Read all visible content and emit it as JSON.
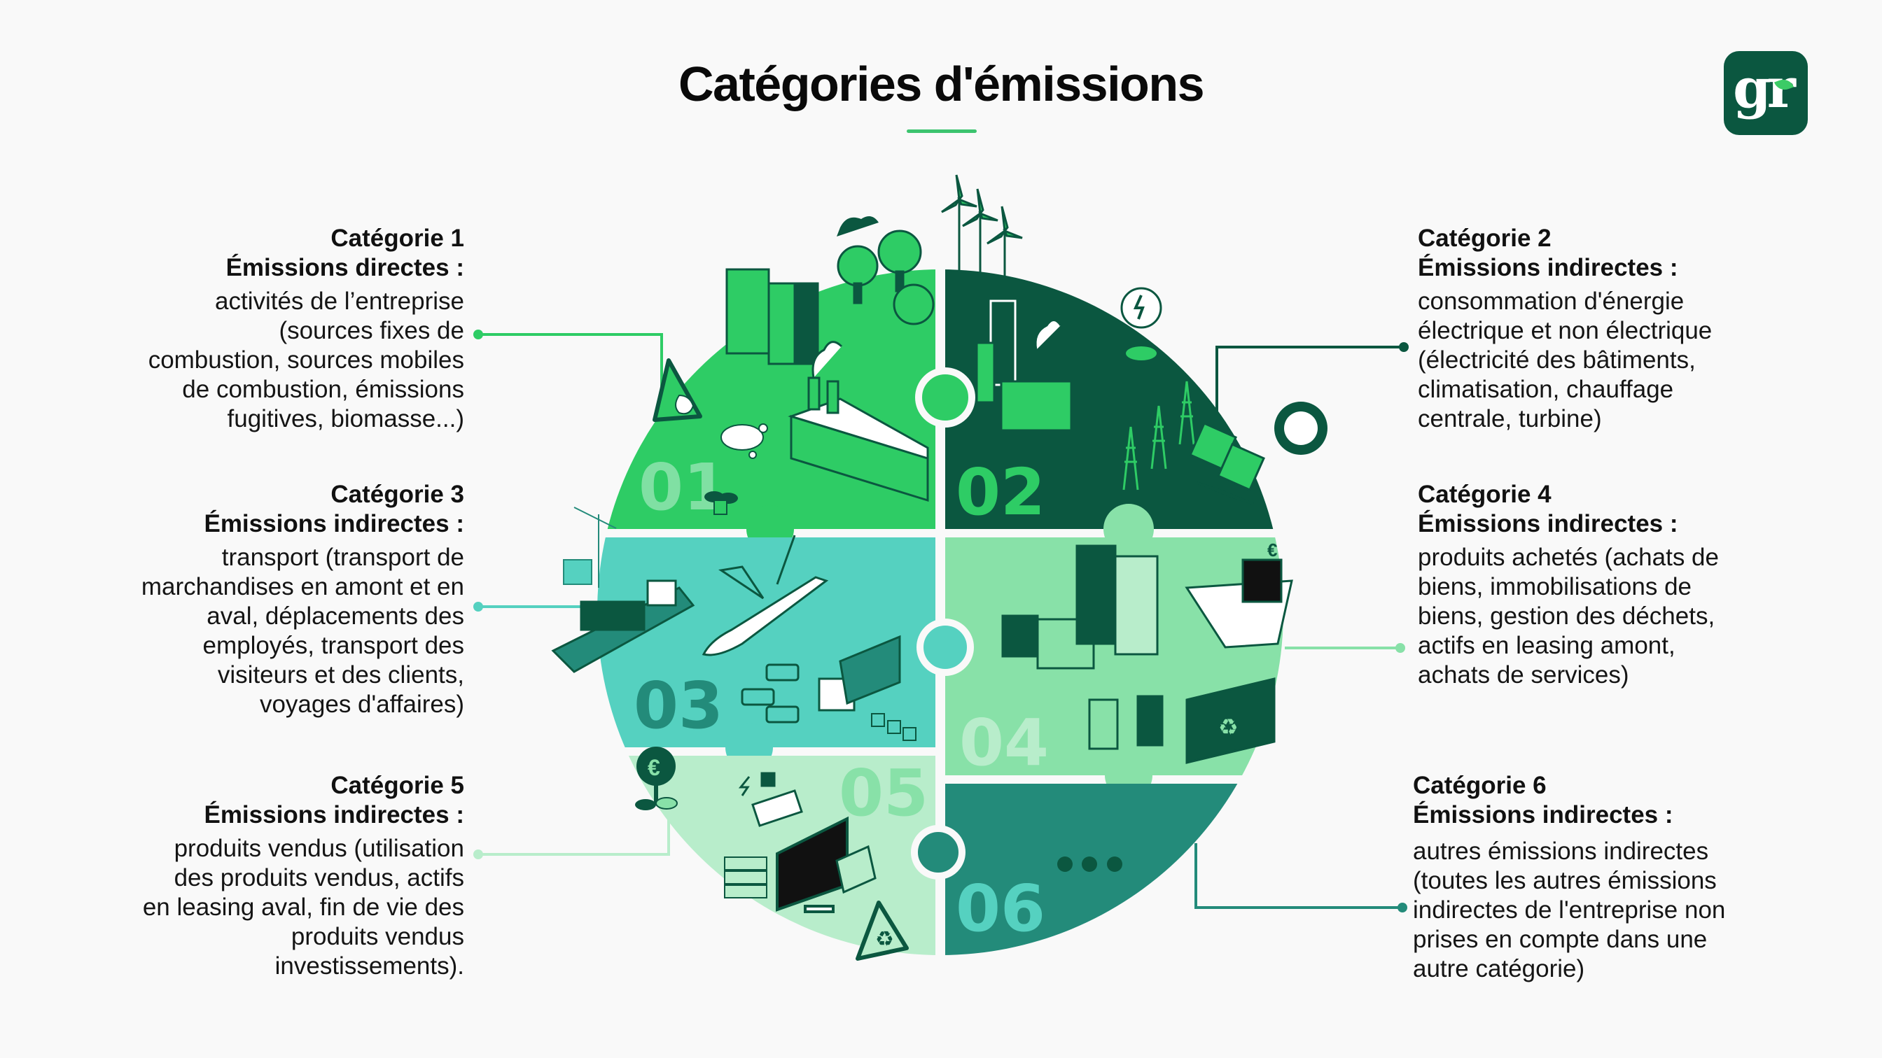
{
  "title": "Catégories d'émissions",
  "logo": {
    "text": "gr",
    "icon": "leaf-icon",
    "background": "#0B5740",
    "leaf_color": "#3CCB66"
  },
  "colors": {
    "cat1": "#2ECC65",
    "cat2": "#0B5740",
    "cat3": "#55D1C0",
    "cat4": "#88E1A8",
    "cat5": "#B8EDCB",
    "cat6": "#238B7A",
    "accent": "#3CC46F",
    "background": "#F9F9F9"
  },
  "categories": [
    {
      "number": "01",
      "label": "Catégorie 1",
      "subtitle": "Émissions directes :",
      "description": "activités de l’entreprise \n(sources fixes de\ncombustion, sources mobiles\nde combustion, émissions\nfugitives, biomasse...)",
      "illustration": [
        "office-buildings",
        "trees",
        "cloud",
        "factory-smokestacks",
        "fire-warning-sign",
        "smoke-puffs",
        "potted-plant"
      ]
    },
    {
      "number": "02",
      "label": "Catégorie 2",
      "subtitle": "Émissions indirectes :",
      "description": "consommation d'énergie\nélectrique et non électrique\n(électricité des bâtiments,\nclimatisation, chauffage\ncentrale, turbine)",
      "illustration": [
        "wind-turbines",
        "power-plant-chimneys",
        "light-bulb-lightning",
        "power-pylons",
        "solar-panels",
        "sun"
      ]
    },
    {
      "number": "03",
      "label": "Catégorie 3",
      "subtitle": "Émissions indirectes :",
      "description": "transport (transport de\nmarchandises en amont et en\naval, déplacements des\nemployés, transport des\nvisiteurs et des clients,\nvoyages d'affaires)",
      "illustration": [
        "crane-container",
        "cargo-ship",
        "airplane",
        "cars",
        "delivery-truck",
        "boxes",
        "hand-truck"
      ]
    },
    {
      "number": "04",
      "label": "Catégorie 4",
      "subtitle": "Émissions indirectes :",
      "description": "produits achetés (achats de\nbiens, immobilisations de\nbiens, gestion des déchets,\nactifs en leasing amont,\nachats de services)",
      "illustration": [
        "shop",
        "office-buildings",
        "shopping-basket-euro",
        "trash-bins",
        "bottles",
        "recycling-box"
      ]
    },
    {
      "number": "05",
      "label": "Catégorie 5",
      "subtitle": "Émissions indirectes :",
      "description": "produits vendus (utilisation\ndes produits vendus, actifs\nen leasing aval, fin de vie des\nproduits vendus\ninvestissements).",
      "illustration": [
        "euro-plant",
        "power-plug",
        "router",
        "server-stack",
        "computer-monitor",
        "calculator",
        "recycling-sign"
      ]
    },
    {
      "number": "06",
      "label": "Catégorie 6",
      "subtitle": "Émissions indirectes :",
      "description": "autres émissions indirectes\n(toutes les autres émissions\nindirectes de l'entreprise non\nprises en compte dans une\nautre catégorie)",
      "illustration": [
        "ellipsis-dots"
      ]
    }
  ]
}
